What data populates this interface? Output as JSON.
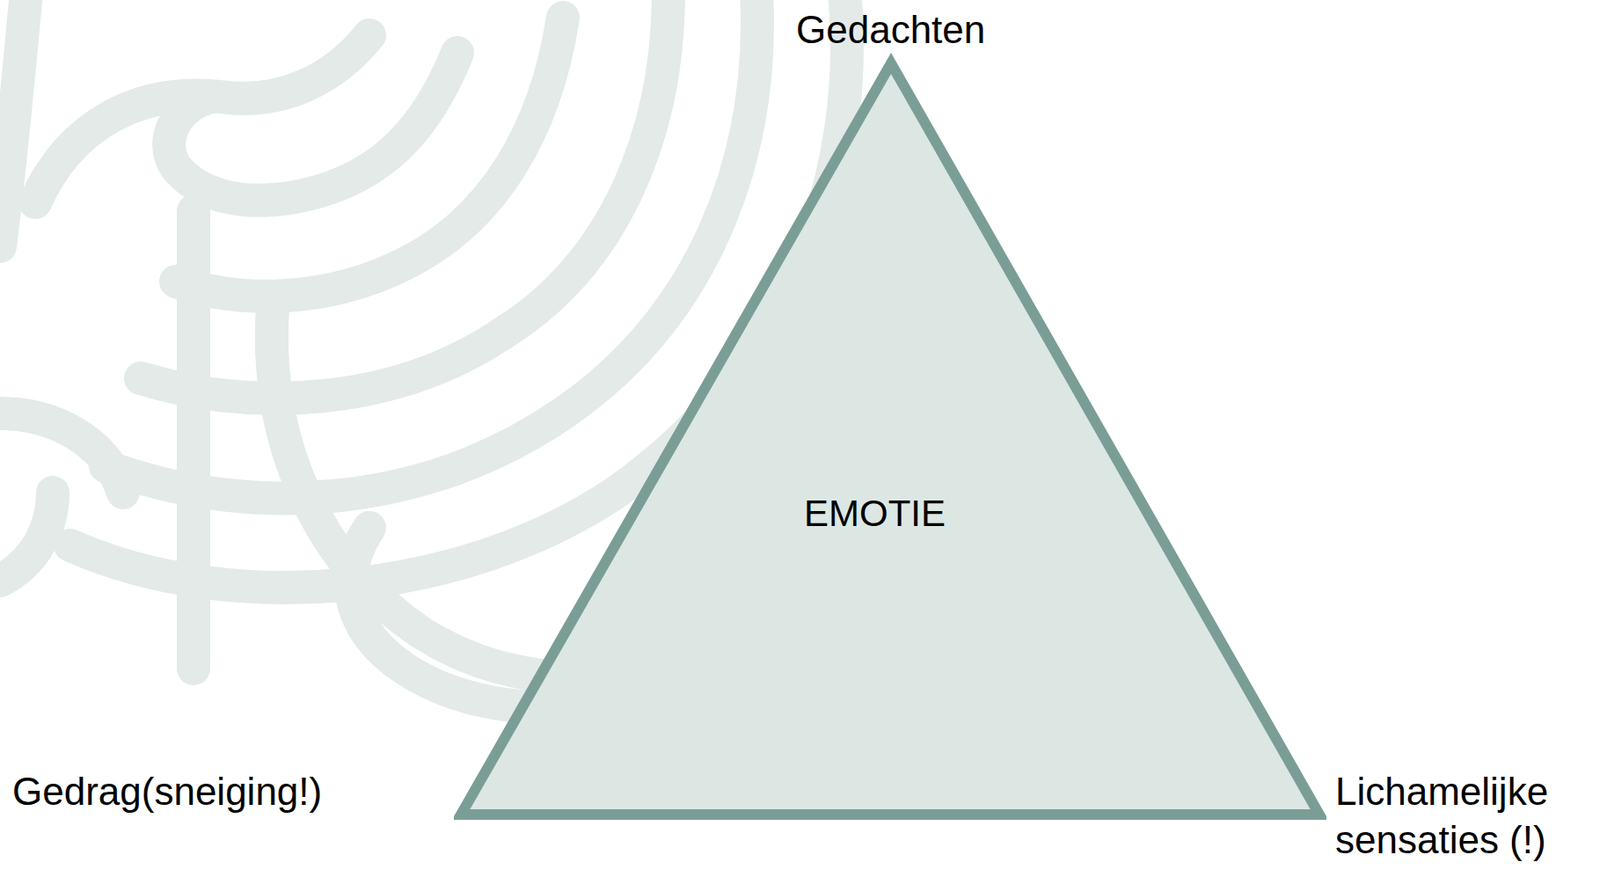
{
  "diagram": {
    "nodes": [
      {
        "text": [
          "EMOTIE"
        ]
      }
    ],
    "labels": [
      "Gedachten",
      "Gedrag(sneiging!)",
      "Lichamelijke sensaties (!)"
    ]
  }
}
